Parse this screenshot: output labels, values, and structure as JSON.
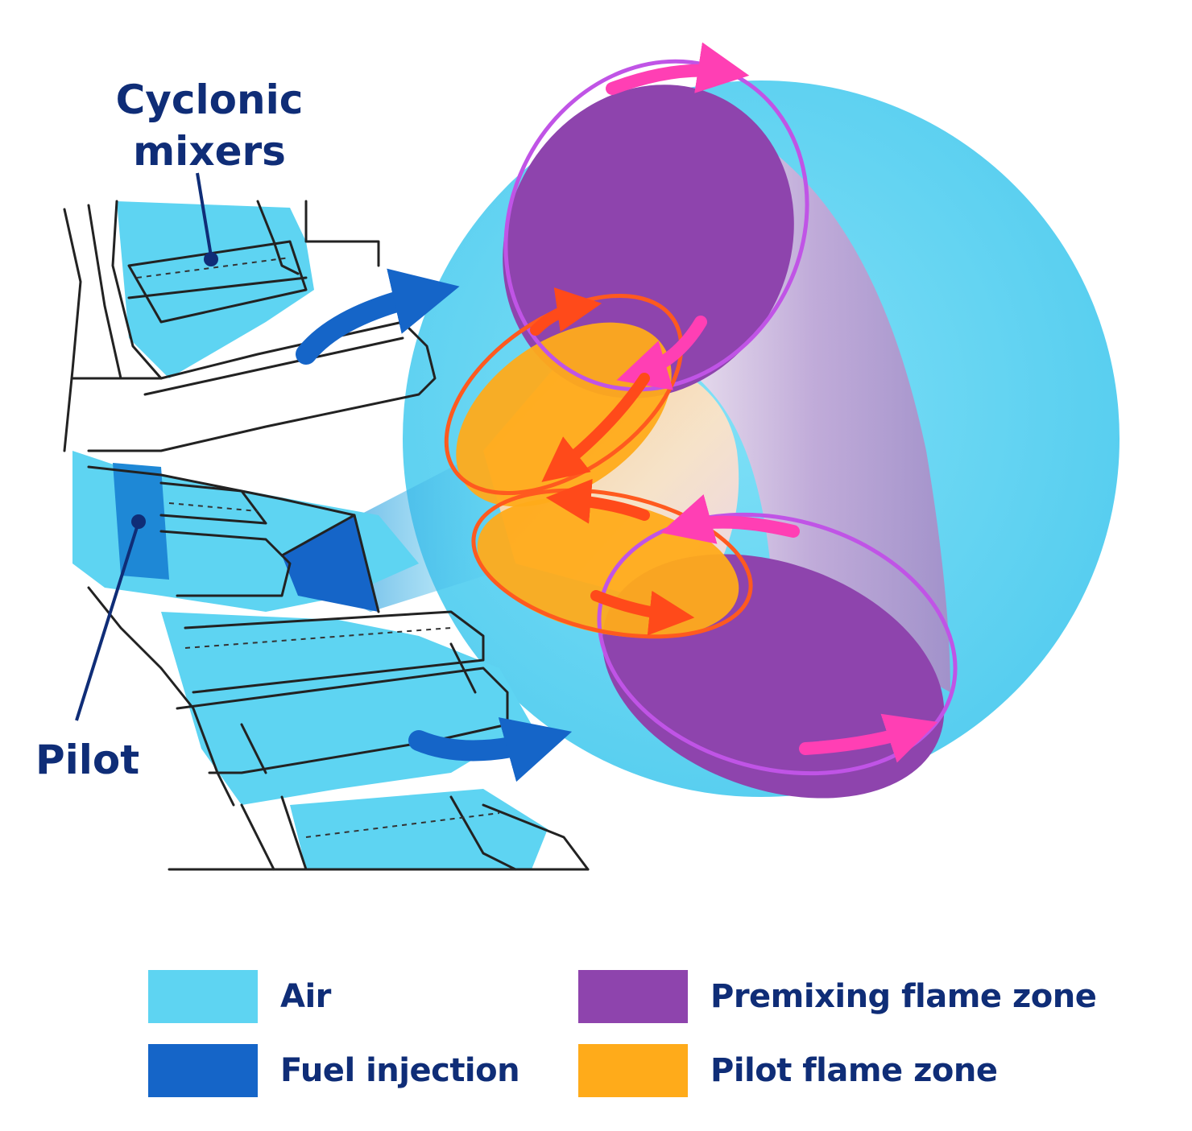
{
  "labels": {
    "cyclonic_mixers": "Cyclonic\nmixers",
    "pilot": "Pilot"
  },
  "legend": [
    {
      "key": "air",
      "label": "Air",
      "color": "#5ed4f2"
    },
    {
      "key": "fuel",
      "label": "Fuel injection",
      "color": "#1565c8"
    },
    {
      "key": "premix",
      "label": "Premixing flame zone",
      "color": "#8e44ad"
    },
    {
      "key": "pilotzone",
      "label": "Pilot flame zone",
      "color": "#ffab1a"
    }
  ],
  "colors": {
    "text": "#0f2d77",
    "air": "#5ed4f2",
    "fuel": "#1565c8",
    "premix": "#8e44ad",
    "pilot_flame": "#ffab1a",
    "swirl_magenta": "#ff3fb4",
    "swirl_orange": "#ff5a1f",
    "outline": "#222222"
  }
}
